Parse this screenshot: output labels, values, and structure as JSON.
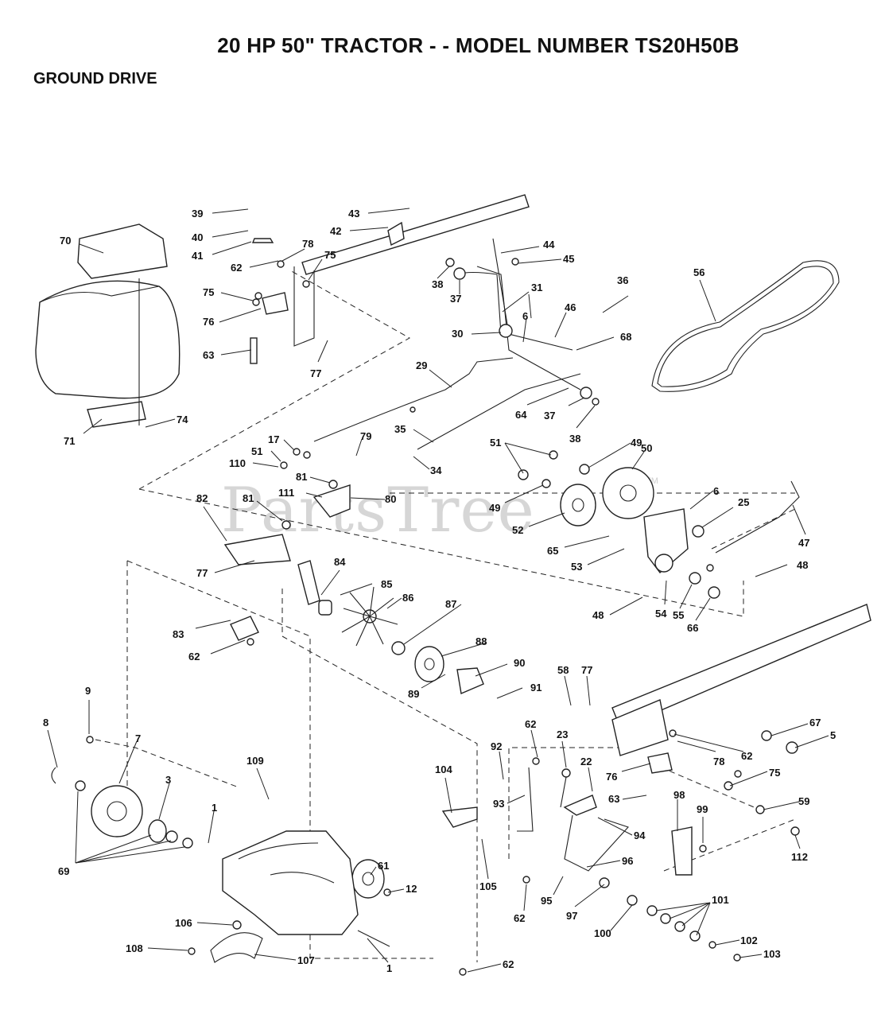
{
  "header": {
    "title": "20 HP 50\" TRACTOR - - MODEL NUMBER TS20H50B",
    "section": "GROUND DRIVE"
  },
  "watermark": {
    "text": "PartsTree",
    "trademark": "TM"
  },
  "callouts": {
    "c39": "39",
    "c40": "40",
    "c41": "41",
    "c43": "43",
    "c42": "42",
    "c70": "70",
    "c78a": "78",
    "c75a": "75",
    "c62a": "62",
    "c75b": "75",
    "c76a": "76",
    "c63a": "63",
    "c77a": "77",
    "c44": "44",
    "c45": "45",
    "c38a": "38",
    "c37a": "37",
    "c31": "31",
    "c30": "30",
    "c6a": "6",
    "c46": "46",
    "c36": "36",
    "c68": "68",
    "c56": "56",
    "c29": "29",
    "c64": "64",
    "c37b": "37",
    "c38b": "38",
    "c71": "71",
    "c74": "74",
    "c35": "35",
    "c34": "34",
    "c17": "17",
    "c79": "79",
    "c51a": "51",
    "c110": "110",
    "c51b": "51",
    "c49a": "49",
    "c50": "50",
    "c49b": "49",
    "c81a": "81",
    "c111": "111",
    "c80": "80",
    "c82": "82",
    "c81b": "81",
    "c52": "52",
    "c6b": "6",
    "c25": "25",
    "c65": "65",
    "c47": "47",
    "c53": "53",
    "c77b": "77",
    "c84": "84",
    "c85": "85",
    "c48a": "48",
    "c86": "86",
    "c48b": "48",
    "c54": "54",
    "c55": "55",
    "c66": "66",
    "c83": "83",
    "c87": "87",
    "c88": "88",
    "c62b": "62",
    "c90": "90",
    "c89": "89",
    "c91": "91",
    "c58": "58",
    "c77c": "77",
    "c9": "9",
    "c8": "8",
    "c7": "7",
    "c67": "67",
    "c5": "5",
    "c62c": "62",
    "c78b": "78",
    "c92": "92",
    "c23": "23",
    "c104": "104",
    "c62d": "62",
    "c109": "109",
    "c22": "22",
    "c76b": "76",
    "c75c": "75",
    "c3": "3",
    "c93": "93",
    "c63b": "63",
    "c59": "59",
    "c98": "98",
    "c99": "99",
    "c1a": "1",
    "c112": "112",
    "c94": "94",
    "c61": "61",
    "c96": "96",
    "c69": "69",
    "c12": "12",
    "c105": "105",
    "c95": "95",
    "c62e": "62",
    "c97": "97",
    "c101": "101",
    "c106": "106",
    "c100": "100",
    "c102": "102",
    "c108": "108",
    "c107": "107",
    "c103": "103",
    "c1b": "1",
    "c62f": "62"
  }
}
